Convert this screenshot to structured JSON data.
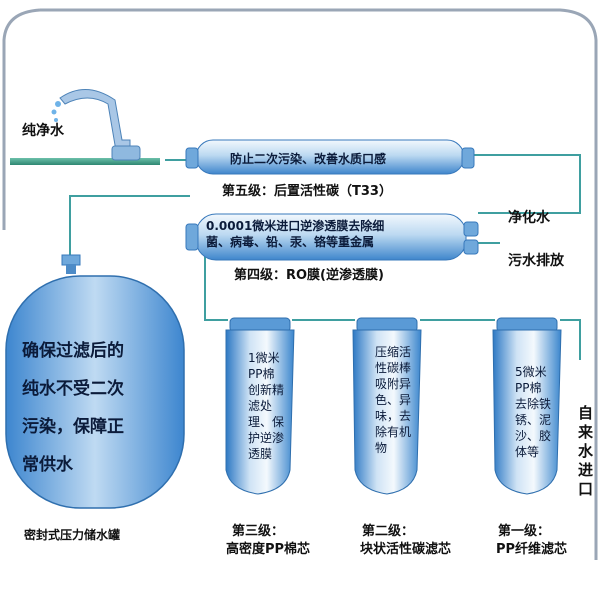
{
  "faucet_label": "纯净水",
  "stage5": {
    "desc": "防止二次污染、改善水质口感",
    "title": "第五级：后置活性碳（T33）"
  },
  "stage4": {
    "desc_line1": "0.0001微米进口逆渗透膜去除细",
    "desc_line2": "菌、病毒、铅、汞、铬等重金属",
    "title": "第四级：RO膜(逆渗透膜)"
  },
  "purified_label": "净化水",
  "waste_label": "污水排放",
  "tank": {
    "line1": "确保过滤后的",
    "line2": "纯水不受二次",
    "line3": "污染，保障正",
    "line4": "常供水",
    "caption": "密封式压力储水罐"
  },
  "cartridges": [
    {
      "desc": "1微米PP棉创新精滤处理、保护逆渗透膜",
      "title_line1": "第三级：",
      "title_line2": "高密度PP棉芯"
    },
    {
      "desc": "压缩活性碳棒吸附异色、异味，去除有机物",
      "title_line1": "第二级：",
      "title_line2": "块状活性碳滤芯"
    },
    {
      "desc": "5微米PP棉去除铁锈、泥沙、胶体等",
      "title_line1": "第一级：",
      "title_line2": "PP纤维滤芯"
    }
  ],
  "inlet_label": "自来水进口",
  "colors": {
    "pipe": "#3f9fa0",
    "cartridge_light": "#e9f3fb",
    "cartridge_dark": "#2f7fc8",
    "counter": "#3a9a86"
  }
}
